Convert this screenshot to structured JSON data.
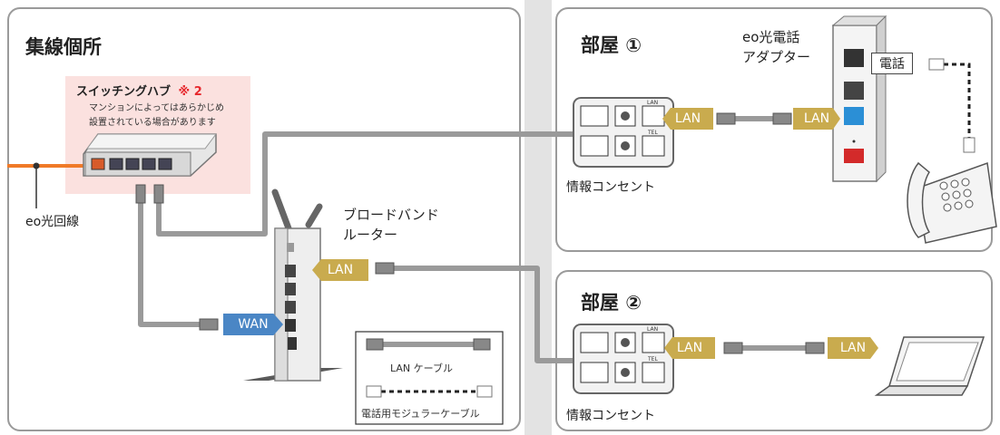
{
  "left_panel": {
    "title": "集線個所",
    "hub_title": "スイッチングハブ",
    "hub_note_mark": "※ 2",
    "hub_note_line1": "マンションによってはあらかじめ",
    "hub_note_line2": "設置されている場合があります",
    "eo_line_label": "eo光回線",
    "router_line1": "ブロードバンド",
    "router_line2": "ルーター",
    "wan_tag": "WAN",
    "lan_tag": "LAN",
    "legend_lan": "LAN ケーブル",
    "legend_tel": "電話用モジュラーケーブル"
  },
  "room1": {
    "title": "部屋 ①",
    "adapter_line1": "eo光電話",
    "adapter_line2": "アダプター",
    "phone_label": "電話",
    "outlet_label": "情報コンセント",
    "lan_tag_1": "LAN",
    "lan_tag_2": "LAN",
    "port_lan": "LAN",
    "port_tel": "TEL"
  },
  "room2": {
    "title": "部屋 ②",
    "outlet_label": "情報コンセント",
    "lan_tag_1": "LAN",
    "lan_tag_2": "LAN",
    "port_lan": "LAN",
    "port_tel": "TEL"
  },
  "colors": {
    "lan_tag": "#c9ab4e",
    "wan_tag": "#4a86c5",
    "fiber": "#f07a28",
    "cable": "#9a9a9a",
    "hub_note_bg": "#fbe1df",
    "hub_note_accent": "#e7282d"
  }
}
